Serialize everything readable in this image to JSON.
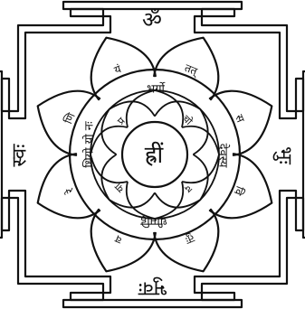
{
  "title": "",
  "colors": {
    "ink": "#111111",
    "background": "#ffffff"
  },
  "syllables": {
    "top": "ॐ",
    "left": "स्वः",
    "right": "भुः",
    "bottom": "भुवः"
  },
  "center": {
    "bija": "ह्रीं"
  },
  "inner_ring": {
    "top": "भर्गो",
    "right": "देवस्य",
    "bottom": "धीमहि",
    "left": "धियो यो नः"
  },
  "inner_petals": [
    {
      "id": "upper-left",
      "text": "प्र"
    },
    {
      "id": "upper-right",
      "text": "चो"
    },
    {
      "id": "lower-right",
      "text": "द"
    },
    {
      "id": "lower-left",
      "text": "या"
    }
  ],
  "outer_petals": [
    {
      "id": "top-right",
      "text": "तत्"
    },
    {
      "id": "right-upper",
      "text": "स"
    },
    {
      "id": "right-lower",
      "text": "वि"
    },
    {
      "id": "bottom-right",
      "text": "तुः"
    },
    {
      "id": "bottom-left",
      "text": "व"
    },
    {
      "id": "left-lower",
      "text": "रे"
    },
    {
      "id": "left-upper",
      "text": "णि"
    },
    {
      "id": "top-left",
      "text": "यं"
    }
  ]
}
